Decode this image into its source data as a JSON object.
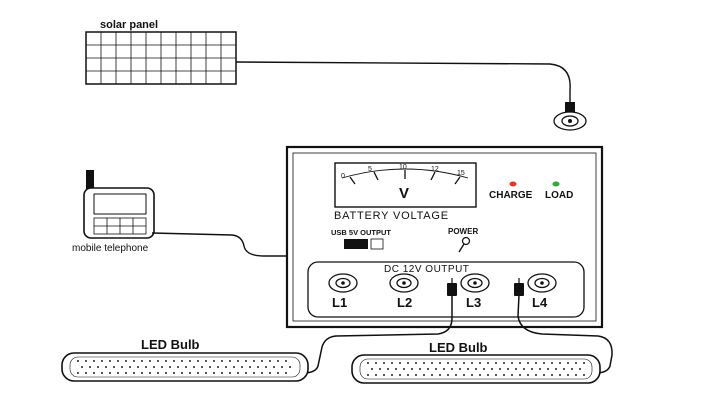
{
  "solar_panel": {
    "label": "solar panel"
  },
  "phone": {
    "label": "mobile telephone"
  },
  "controller": {
    "meter": {
      "scale": [
        "0",
        "5",
        "10",
        "12",
        "15"
      ],
      "unit": "V",
      "title": "BATTERY VOLTAGE"
    },
    "indicators": [
      {
        "label": "CHARGE",
        "color": "#e8352a"
      },
      {
        "label": "LOAD",
        "color": "#2eaa3a"
      }
    ],
    "usb_label": "USB 5V OUTPUT",
    "power_label": "POWER",
    "dc_output": {
      "title": "DC 12V OUTPUT",
      "ports": [
        "L1",
        "L2",
        "L3",
        "L4"
      ]
    }
  },
  "bulbs": [
    {
      "label": "LED Bulb"
    },
    {
      "label": "LED Bulb"
    }
  ]
}
